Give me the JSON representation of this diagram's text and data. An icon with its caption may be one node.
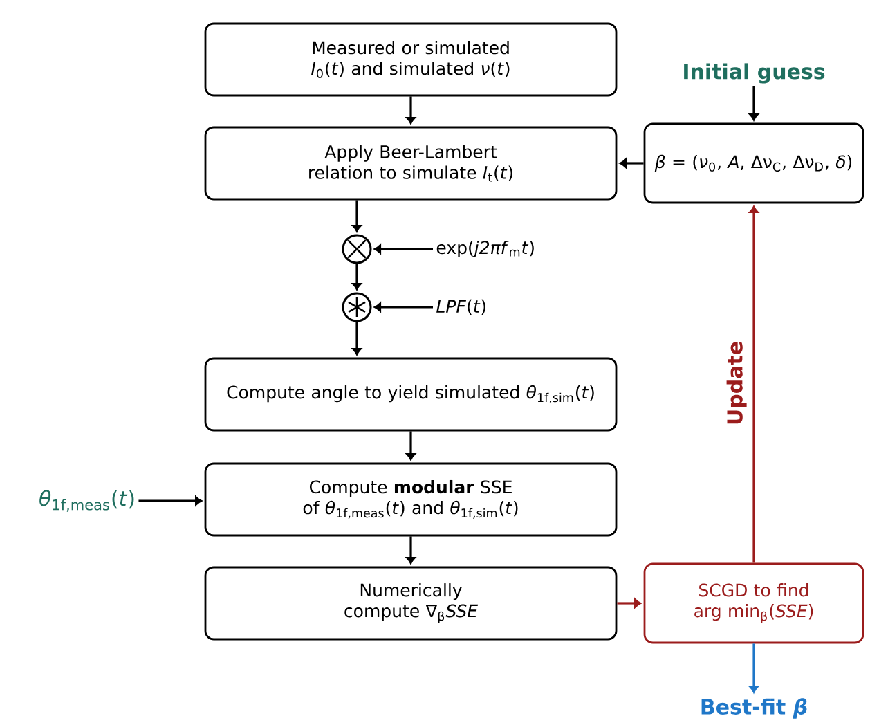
{
  "diagram": {
    "nodes": [
      {
        "text": [
          "Measured or simulated *I*$_{0}$(*t*) and simulated *ν*(*t*)"
        ]
      },
      {
        "text": [
          "Apply Beer-Lambert relation to simulate *I*$_{t}$(*t*)"
        ]
      },
      {
        "text": [
          "Initial guess"
        ]
      },
      {
        "text": [
          "*β* = (*ν*$_{0}$, *A*, Δν$_{C}$, Δν$_{D}$, *δ*)"
        ]
      },
      {
        "text": [],
        "shape": "circle"
      },
      {
        "text": [
          "exp(*j2πf*$_{m}$*t*)"
        ]
      },
      {
        "text": [],
        "shape": "circle"
      },
      {
        "text": [
          "*LPF*(*t*)"
        ]
      },
      {
        "text": [
          "Compute angle to yield simulated *θ*$_{1f,sim}$(*t*)"
        ]
      },
      {
        "text": [
          "*θ*$_{1f,meas}$(*t*)"
        ]
      },
      {
        "text": [
          "Compute **modular** SSE of *θ*$_{1f,meas}$(*t*) and *θ*$_{1f,sim}$(*t*)"
        ]
      },
      {
        "text": [
          "Numerically compute ∇$_{β}$*SSE*"
        ]
      },
      {
        "text": [
          "SCGD to find arg min$_{β}$(*SSE*)"
        ]
      },
      {
        "text": [
          "Best-fit *β*"
        ]
      }
    ],
    "edges": [
      {
        "from": 0,
        "to": 1,
        "arrow": "to"
      },
      {
        "from": 2,
        "to": 3,
        "arrow": "to"
      },
      {
        "from": 3,
        "to": 1,
        "arrow": "to"
      },
      {
        "from": 1,
        "to": 4,
        "arrow": "to"
      },
      {
        "from": 5,
        "to": 4,
        "arrow": "to"
      },
      {
        "from": 4,
        "to": 6,
        "arrow": "to"
      },
      {
        "from": 7,
        "to": 6,
        "arrow": "to"
      },
      {
        "from": 6,
        "to": 8,
        "arrow": "to"
      },
      {
        "from": 8,
        "to": 10,
        "arrow": "to"
      },
      {
        "from": 9,
        "to": 10,
        "arrow": "to"
      },
      {
        "from": 10,
        "to": 11,
        "arrow": "to"
      },
      {
        "from": 11,
        "to": 12,
        "arrow": "to",
        "color": "#9b1c1c"
      },
      {
        "from": 12,
        "to": 3,
        "arrow": "to",
        "label": "Update",
        "color": "#9b1c1c"
      },
      {
        "from": 12,
        "to": 13,
        "arrow": "to",
        "color": "#1f77c8"
      }
    ]
  }
}
